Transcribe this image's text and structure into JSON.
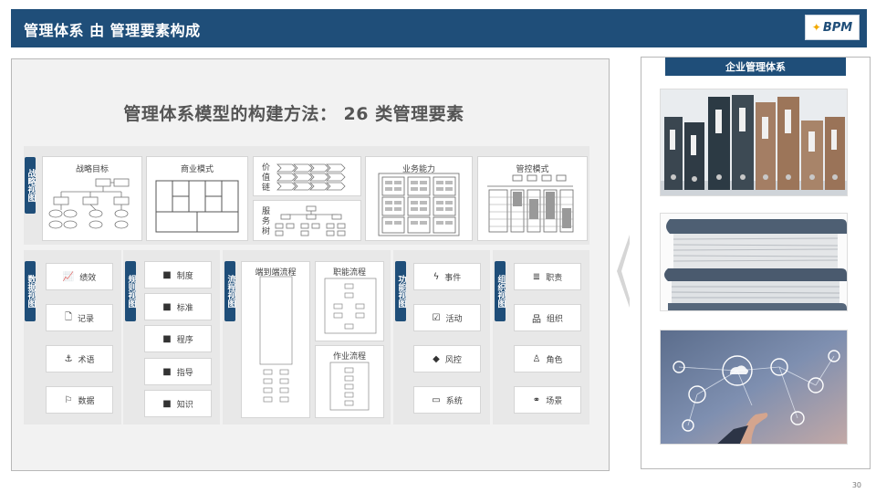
{
  "header": {
    "title": "管理体系 由 管理要素构成",
    "logo_text": "BPM",
    "logo_spark": "✦"
  },
  "main": {
    "heading": "管理体系模型的构建方法：  26 类管理要素",
    "strategy_view": {
      "tag": "战略视图",
      "boxes": [
        "战略目标",
        "商业模式",
        "业务能力",
        "管控模式"
      ],
      "value_chain": "价值链",
      "service_tree": "服务树"
    },
    "data_view": {
      "tag": "数据视图",
      "items": [
        {
          "icon": "📈",
          "label": "绩效"
        },
        {
          "icon": "🗋",
          "label": "记录"
        },
        {
          "icon": "⚓",
          "label": "术语"
        },
        {
          "icon": "⚐",
          "label": "数据"
        }
      ]
    },
    "rule_view": {
      "tag": "规则视图",
      "items": [
        {
          "icon": "■",
          "label": "制度"
        },
        {
          "icon": "■",
          "label": "标准"
        },
        {
          "icon": "■",
          "label": "程序"
        },
        {
          "icon": "■",
          "label": "指导"
        },
        {
          "icon": "■",
          "label": "知识"
        }
      ]
    },
    "process_view": {
      "tag": "流程视图",
      "e2e": "端到端流程",
      "duty": "职能流程",
      "work": "作业流程"
    },
    "function_view": {
      "tag": "功能视图",
      "items": [
        {
          "icon": "ϟ",
          "label": "事件"
        },
        {
          "icon": "☑",
          "label": "活动"
        },
        {
          "icon": "◆",
          "label": "风控"
        },
        {
          "icon": "▭",
          "label": "系统"
        }
      ]
    },
    "org_view": {
      "tag": "组织视图",
      "items": [
        {
          "icon": "≣",
          "label": "职责"
        },
        {
          "icon": "品",
          "label": "组织"
        },
        {
          "icon": "♙",
          "label": "角色"
        },
        {
          "icon": "⚭",
          "label": "场景"
        }
      ]
    }
  },
  "right_panel": {
    "title": "企业管理体系"
  },
  "page_number": "30"
}
